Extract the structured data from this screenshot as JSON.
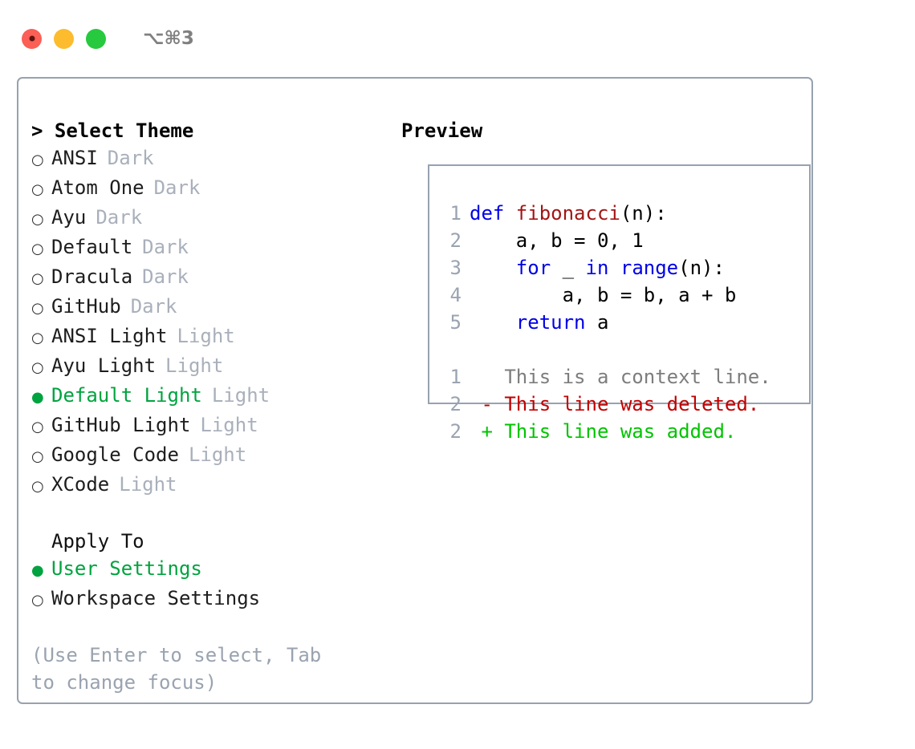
{
  "titlebar": {
    "shortcut": "⌥⌘3",
    "buttons": [
      {
        "name": "close",
        "color": "#fb5f56"
      },
      {
        "name": "minimize",
        "color": "#fcbc2e"
      },
      {
        "name": "zoom",
        "color": "#27c93f"
      }
    ]
  },
  "colors": {
    "accent_green": "#00a33f",
    "border": "#97a2b0",
    "muted": "#a9b0bb",
    "keyword_blue": "#0000e6",
    "function_red": "#a31515",
    "diff_add": "#00c400",
    "diff_del": "#c00000",
    "linenumber": "#9aa3b0"
  },
  "theme_panel": {
    "title": "> Select Theme",
    "items": [
      {
        "marker": "○",
        "label": "ANSI",
        "badge": "Dark",
        "selected": false
      },
      {
        "marker": "○",
        "label": "Atom One",
        "badge": "Dark",
        "selected": false
      },
      {
        "marker": "○",
        "label": "Ayu",
        "badge": "Dark",
        "selected": false
      },
      {
        "marker": "○",
        "label": "Default",
        "badge": "Dark",
        "selected": false
      },
      {
        "marker": "○",
        "label": "Dracula",
        "badge": "Dark",
        "selected": false
      },
      {
        "marker": "○",
        "label": "GitHub",
        "badge": "Dark",
        "selected": false
      },
      {
        "marker": "○",
        "label": "ANSI Light",
        "badge": "Light",
        "selected": false
      },
      {
        "marker": "○",
        "label": "Ayu Light",
        "badge": "Light",
        "selected": false
      },
      {
        "marker": "●",
        "label": "Default Light",
        "badge": "Light",
        "selected": true
      },
      {
        "marker": "○",
        "label": "GitHub Light",
        "badge": "Light",
        "selected": false
      },
      {
        "marker": "○",
        "label": "Google Code",
        "badge": "Light",
        "selected": false
      },
      {
        "marker": "○",
        "label": "XCode",
        "badge": "Light",
        "selected": false
      }
    ]
  },
  "apply_panel": {
    "title": "Apply To",
    "items": [
      {
        "marker": "●",
        "label": "User Settings",
        "selected": true
      },
      {
        "marker": "○",
        "label": "Workspace Settings",
        "selected": false
      }
    ]
  },
  "hint": "(Use Enter to select, Tab to change focus)",
  "preview": {
    "title": "Preview",
    "code_lines": [
      {
        "no": "1",
        "tokens": [
          {
            "t": "def ",
            "c": "kw"
          },
          {
            "t": "fibonacci",
            "c": "fn"
          },
          {
            "t": "(n):",
            "c": "plain"
          }
        ]
      },
      {
        "no": "2",
        "tokens": [
          {
            "t": "    a, b = 0, 1",
            "c": "plain"
          }
        ]
      },
      {
        "no": "3",
        "tokens": [
          {
            "t": "    ",
            "c": "plain"
          },
          {
            "t": "for",
            "c": "kw"
          },
          {
            "t": " _ ",
            "c": "plain"
          },
          {
            "t": "in",
            "c": "kw"
          },
          {
            "t": " ",
            "c": "plain"
          },
          {
            "t": "range",
            "c": "kw"
          },
          {
            "t": "(n):",
            "c": "plain"
          }
        ]
      },
      {
        "no": "4",
        "tokens": [
          {
            "t": "        a, b = b, a + b",
            "c": "plain"
          }
        ]
      },
      {
        "no": "5",
        "tokens": [
          {
            "t": "    ",
            "c": "plain"
          },
          {
            "t": "return",
            "c": "kw"
          },
          {
            "t": " a",
            "c": "plain"
          }
        ]
      }
    ],
    "diff_lines": [
      {
        "no": "1",
        "sign": " ",
        "text": " This is a context line.",
        "kind": "ctx"
      },
      {
        "no": "2",
        "sign": "-",
        "text": " This line was deleted.",
        "kind": "del"
      },
      {
        "no": "2",
        "sign": "+",
        "text": " This line was added.",
        "kind": "add"
      }
    ]
  }
}
